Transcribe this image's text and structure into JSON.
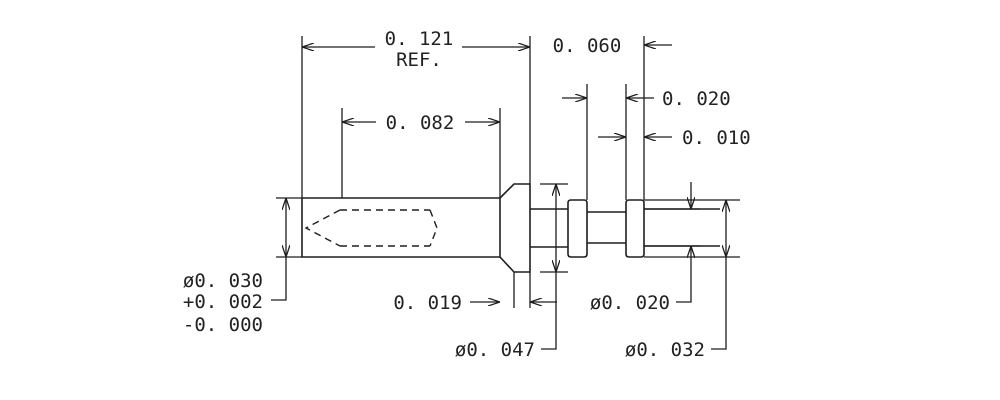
{
  "drawing": {
    "dimensions": {
      "overall_length": "0. 121",
      "overall_length_note": "REF.",
      "bore_depth": "0. 082",
      "tail_length": "0. 060",
      "groove_width": "0. 020",
      "flange_width": "0. 010",
      "head_dia": "ø0. 030",
      "head_tol_plus": "+0. 002",
      "head_tol_minus": "-0. 000",
      "collar_width": "0. 019",
      "collar_dia": "ø0. 047",
      "groove_dia": "ø0. 020",
      "tail_dia": "ø0. 032"
    },
    "line_color": "#1e1e1e"
  }
}
